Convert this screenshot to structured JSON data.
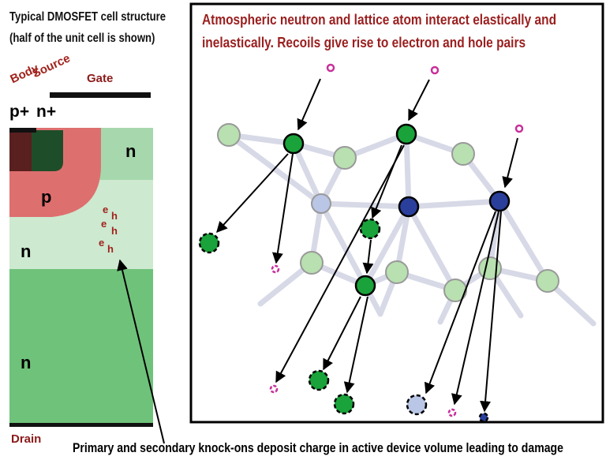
{
  "left": {
    "title_line1": "Typical DMOSFET cell structure",
    "title_line2": "(half of the unit cell is shown)",
    "label_body": "Body",
    "label_source": "Source",
    "label_gate": "Gate",
    "label_p_plus": "p+",
    "label_n_plus": "n+",
    "label_n_top": "n",
    "label_p": "p",
    "label_n_mid": "n",
    "label_n_bottom": "n",
    "label_drain": "Drain",
    "carriers": [
      {
        "text": "e"
      },
      {
        "text": "h"
      },
      {
        "text": "e"
      },
      {
        "text": "h"
      },
      {
        "text": "e"
      },
      {
        "text": "h"
      }
    ]
  },
  "right": {
    "caption_line1": "Atmospheric neutron and lattice atom interact elastically and",
    "caption_line2": "inelastically. Recoils give rise to electron and hole pairs"
  },
  "bottom_caption": "Primary and secondary knock-ons deposit charge in active device volume leading to damage",
  "colors": {
    "accent_text": "#8b1a1a",
    "green_light": "#cde9d0",
    "green_mid": "#a7d8ad",
    "green_dark": "#6fc27a",
    "p_region": "#de6f6f",
    "atom_green": "#19a33a",
    "atom_blue": "#2a3f9c",
    "atom_lightblue": "#b9c6e6",
    "neutron": "#c8309a"
  }
}
